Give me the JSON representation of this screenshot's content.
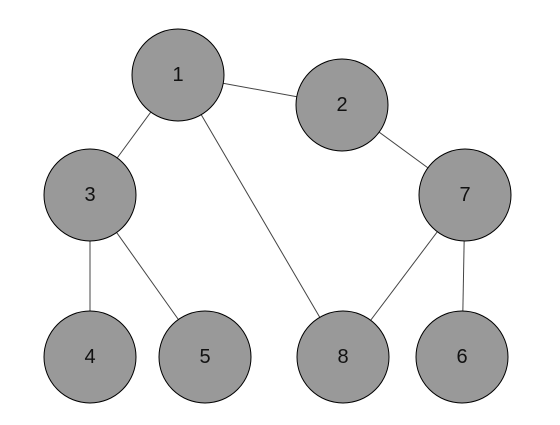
{
  "graph": {
    "nodes": [
      {
        "id": "1",
        "label": "1"
      },
      {
        "id": "2",
        "label": "2"
      },
      {
        "id": "3",
        "label": "3"
      },
      {
        "id": "4",
        "label": "4"
      },
      {
        "id": "5",
        "label": "5"
      },
      {
        "id": "6",
        "label": "6"
      },
      {
        "id": "7",
        "label": "7"
      },
      {
        "id": "8",
        "label": "8"
      }
    ],
    "edges": [
      {
        "from": "1",
        "to": "2"
      },
      {
        "from": "1",
        "to": "3"
      },
      {
        "from": "1",
        "to": "8"
      },
      {
        "from": "2",
        "to": "7"
      },
      {
        "from": "3",
        "to": "4"
      },
      {
        "from": "3",
        "to": "5"
      },
      {
        "from": "7",
        "to": "8"
      },
      {
        "from": "7",
        "to": "6"
      }
    ]
  },
  "colors": {
    "node_fill": "#999999",
    "node_stroke": "#000000",
    "edge": "#444444",
    "background": "#ffffff"
  }
}
